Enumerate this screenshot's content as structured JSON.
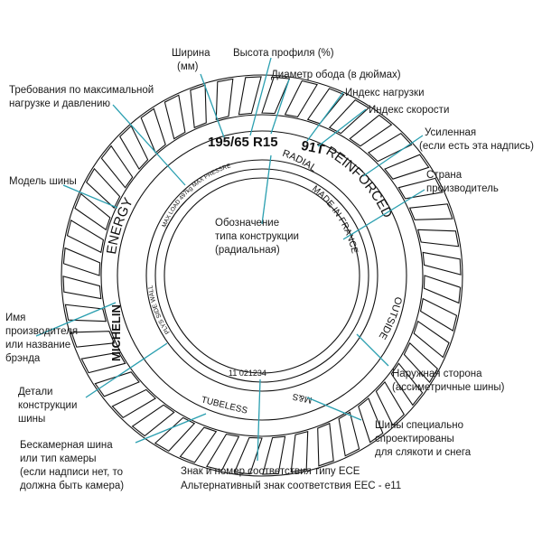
{
  "colors": {
    "leader": "#2a9fb0",
    "ink": "#111111",
    "background": "#ffffff"
  },
  "tyre_markings": {
    "size": "195/65 R15",
    "load_speed": "91T",
    "radial": "RADIAL",
    "made_in": "MADE IN FRANCE",
    "reinforced": "REINFORCED",
    "outside": "OUTSIDE",
    "model": "ENERGY",
    "brand": "MICHELIN",
    "max_load": "MAX LOAD 497kg   MAX PRESSRE",
    "ply": "PLYS SIDE WALL 2 RAYON",
    "dot": "11 021234",
    "tubeless": "TUBELESS",
    "mud_snow": "M&S"
  },
  "labels": {
    "width": [
      "Ширина",
      "(мм)"
    ],
    "profile_height": [
      "Высота профиля (%)"
    ],
    "rim_diameter": [
      "Диаметр обода (в дюймах)"
    ],
    "load_index": [
      "Индекс нагрузки"
    ],
    "speed_index": [
      "Индекс скорости"
    ],
    "max_load_pressure": [
      "Требования по максимальной",
      "нагрузке и давлению"
    ],
    "reinforced": [
      "Усиленная",
      "(если есть эта надпись)"
    ],
    "country": [
      "Страна",
      "производитель"
    ],
    "tyre_model": [
      "Модель шины"
    ],
    "construction_type": [
      "Обозначение",
      "типа конструкции",
      "(радиальная)"
    ],
    "manufacturer": [
      "Имя",
      "производителя",
      "или название",
      "брэнда"
    ],
    "construction_details": [
      "Детали",
      "конструкции",
      "шины"
    ],
    "outer_side": [
      "Наружная сторона",
      "(ассиметричные шины)"
    ],
    "mud_snow": [
      "Шины специально",
      "спроектированы",
      "для слякоти и снега"
    ],
    "tubeless": [
      "Бескамерная шина",
      "или тип камеры",
      "(если надписи нет, то",
      "должна быть камера)"
    ],
    "ece": [
      "Знак и номер соответствия типу ECE",
      "Альтернативный знак соответствия EEC - e11"
    ]
  }
}
